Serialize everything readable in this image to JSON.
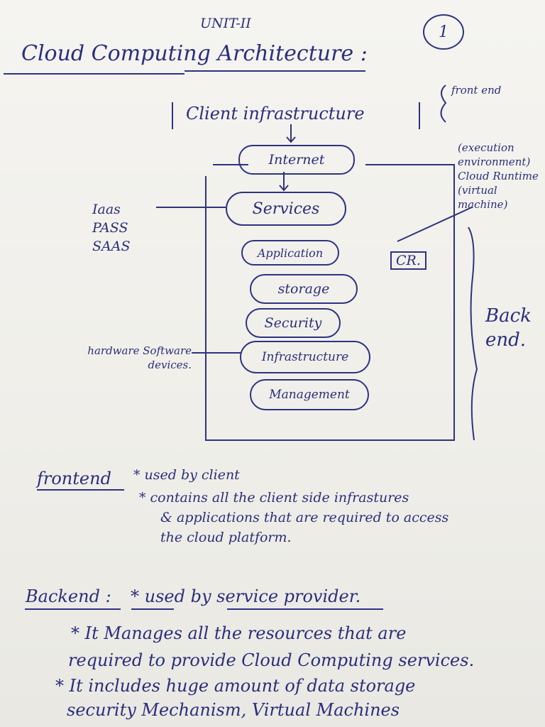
{
  "header": {
    "unit": "UNIT-II",
    "page_number": "1",
    "title": "Cloud Computing Architecture :"
  },
  "diagram": {
    "client": "Client infrastructure",
    "front_end_label": "front end",
    "internet": "Internet",
    "execution_env": "(execution environment) Cloud Runtime (virtual machine)",
    "backend_label": "Back end.",
    "cr": "CR.",
    "service_models": [
      "Iaas",
      "PASS",
      "SAAS"
    ],
    "hardware_label": "hardware Software devices.",
    "components": [
      "Services",
      "Application",
      "storage",
      "Security",
      "Infrastructure",
      "Management"
    ]
  },
  "notes": {
    "frontend_heading": "frontend",
    "frontend_points": [
      "* used by client",
      "* contains all the client side infrastures",
      "& applications that are required to access",
      "the cloud platform."
    ],
    "backend_heading": "Backend :",
    "backend_used": "* used by service provider.",
    "backend_points": [
      "* It Manages all the resources that are",
      "required to provide Cloud Computing services.",
      "* It includes huge amount of data storage",
      "security Mechanism, Virtual Machines"
    ]
  }
}
